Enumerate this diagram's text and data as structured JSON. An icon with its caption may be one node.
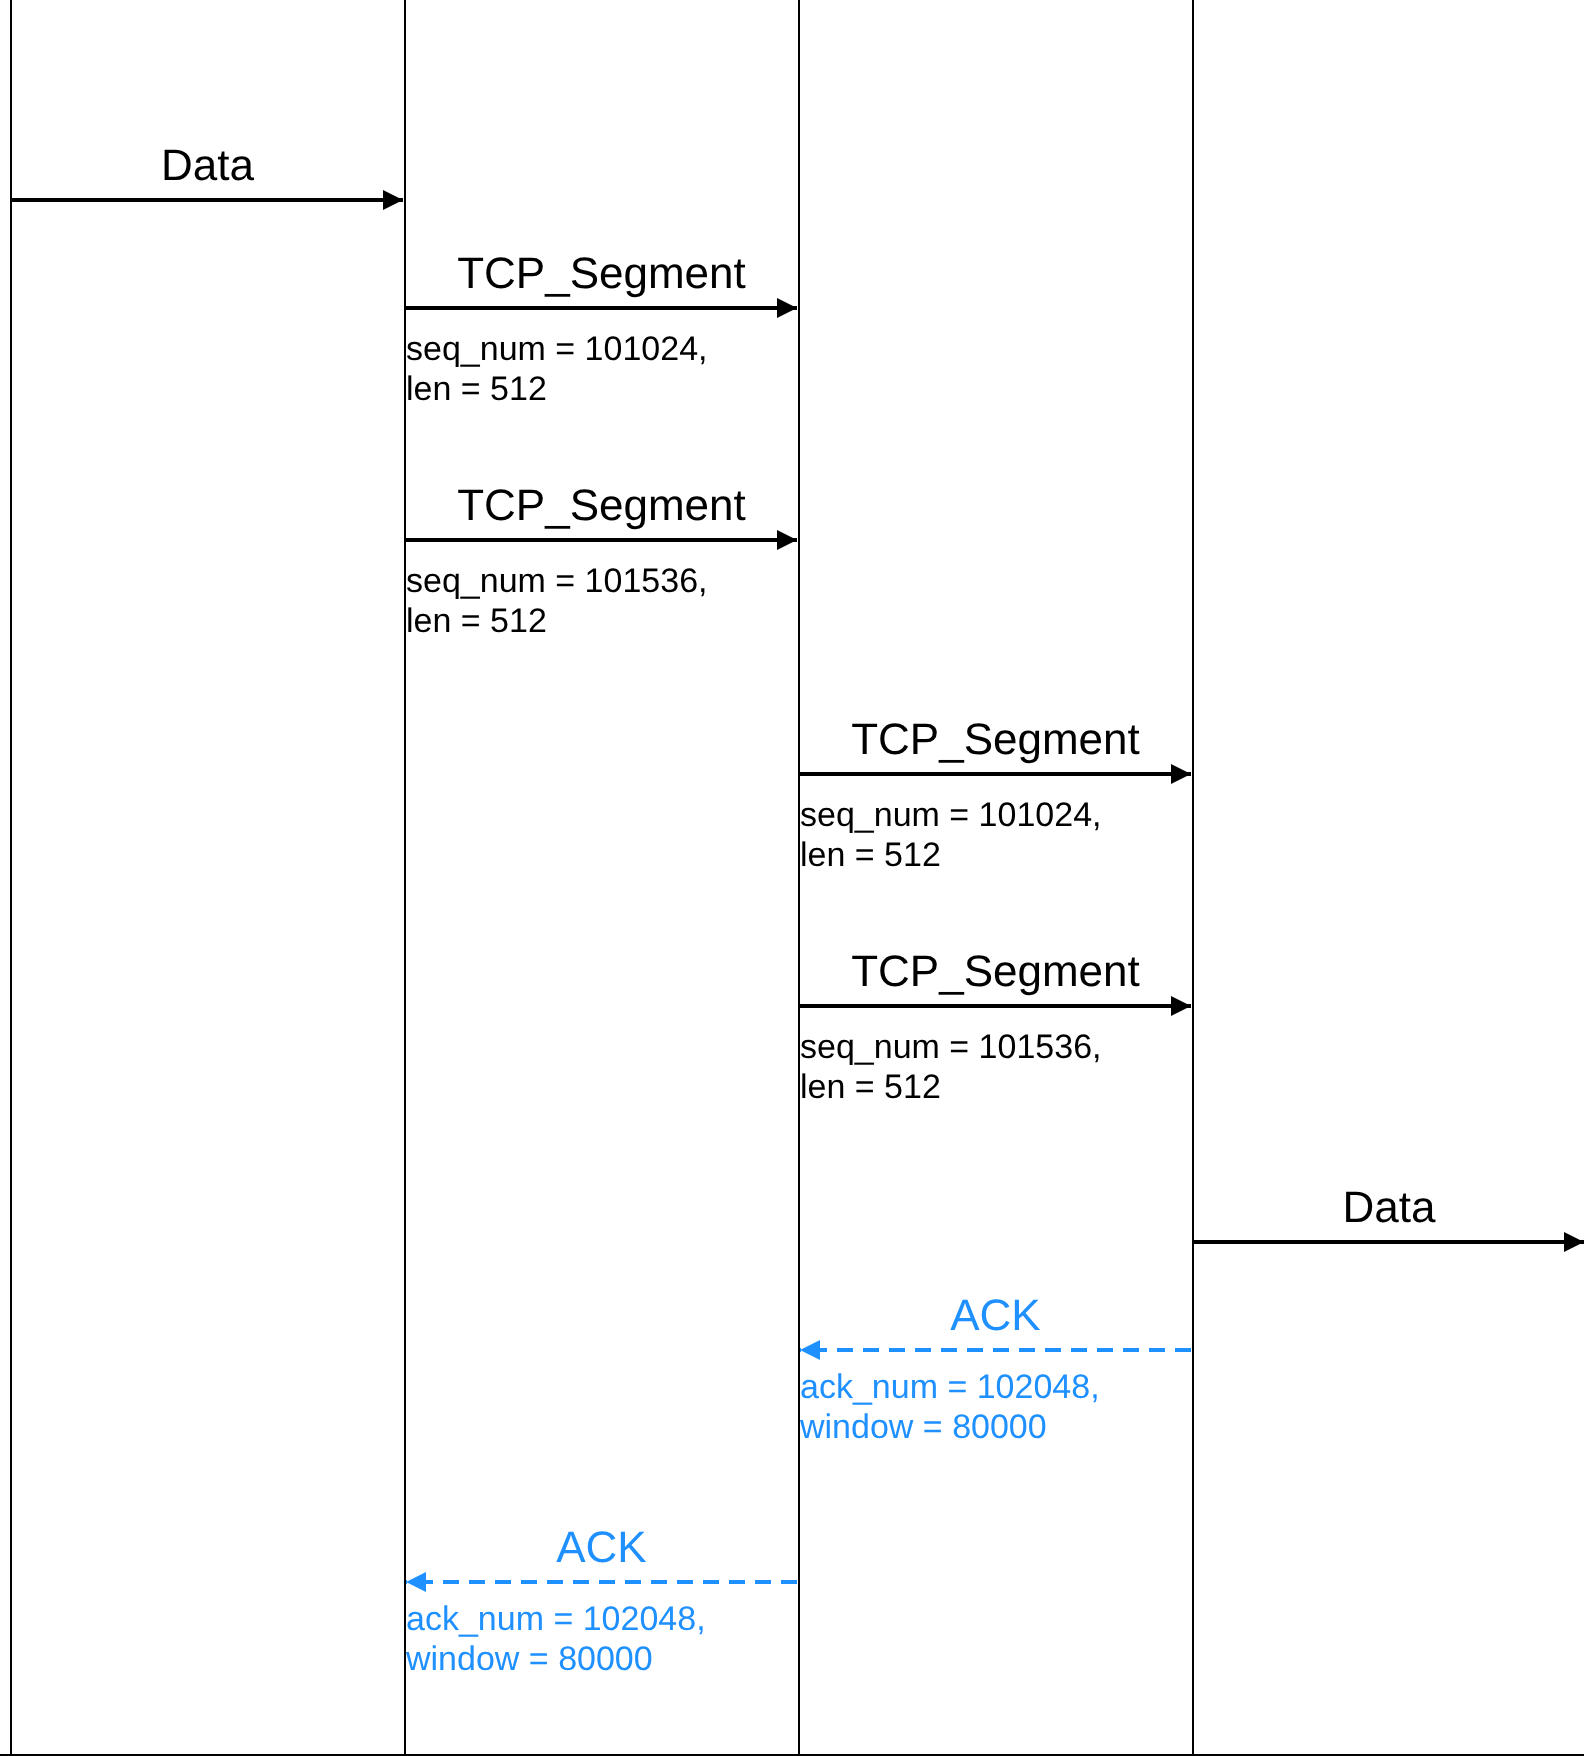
{
  "diagram": {
    "nodes": [
      {
        "text": [],
        "shape": "bar"
      },
      {
        "text": [],
        "shape": "bar"
      },
      {
        "text": [],
        "shape": "bar"
      },
      {
        "text": [],
        "shape": "bar"
      }
    ],
    "edges": [
      {
        "from": 0,
        "to": 1,
        "arrow": "to",
        "label": "Data"
      },
      {
        "from": 1,
        "to": 2,
        "arrow": "to",
        "label": "TCP_Segment"
      },
      {
        "from": 1,
        "to": 2,
        "arrow": "to",
        "label": "TCP_Segment"
      },
      {
        "from": 2,
        "to": 3,
        "arrow": "to",
        "label": "TCP_Segment"
      },
      {
        "from": 2,
        "to": 3,
        "arrow": "to",
        "label": "TCP_Segment"
      },
      {
        "from": 3,
        "to": null,
        "arrow": "to",
        "label": "Data"
      },
      {
        "from": 3,
        "to": 2,
        "arrow": "to",
        "label": "ACK",
        "style": "dashed",
        "color": "#1e90ff"
      },
      {
        "from": 2,
        "to": 1,
        "arrow": "to",
        "label": "ACK",
        "style": "dashed",
        "color": "#1e90ff"
      }
    ],
    "labels": [
      "seq_num = 101024, len = 512",
      "seq_num = 101536, len = 512",
      "seq_num = 101024, len = 512",
      "seq_num = 101536, len = 512",
      "ack_num = 102048, window = 80000",
      "ack_num = 102048, window = 80000"
    ]
  }
}
